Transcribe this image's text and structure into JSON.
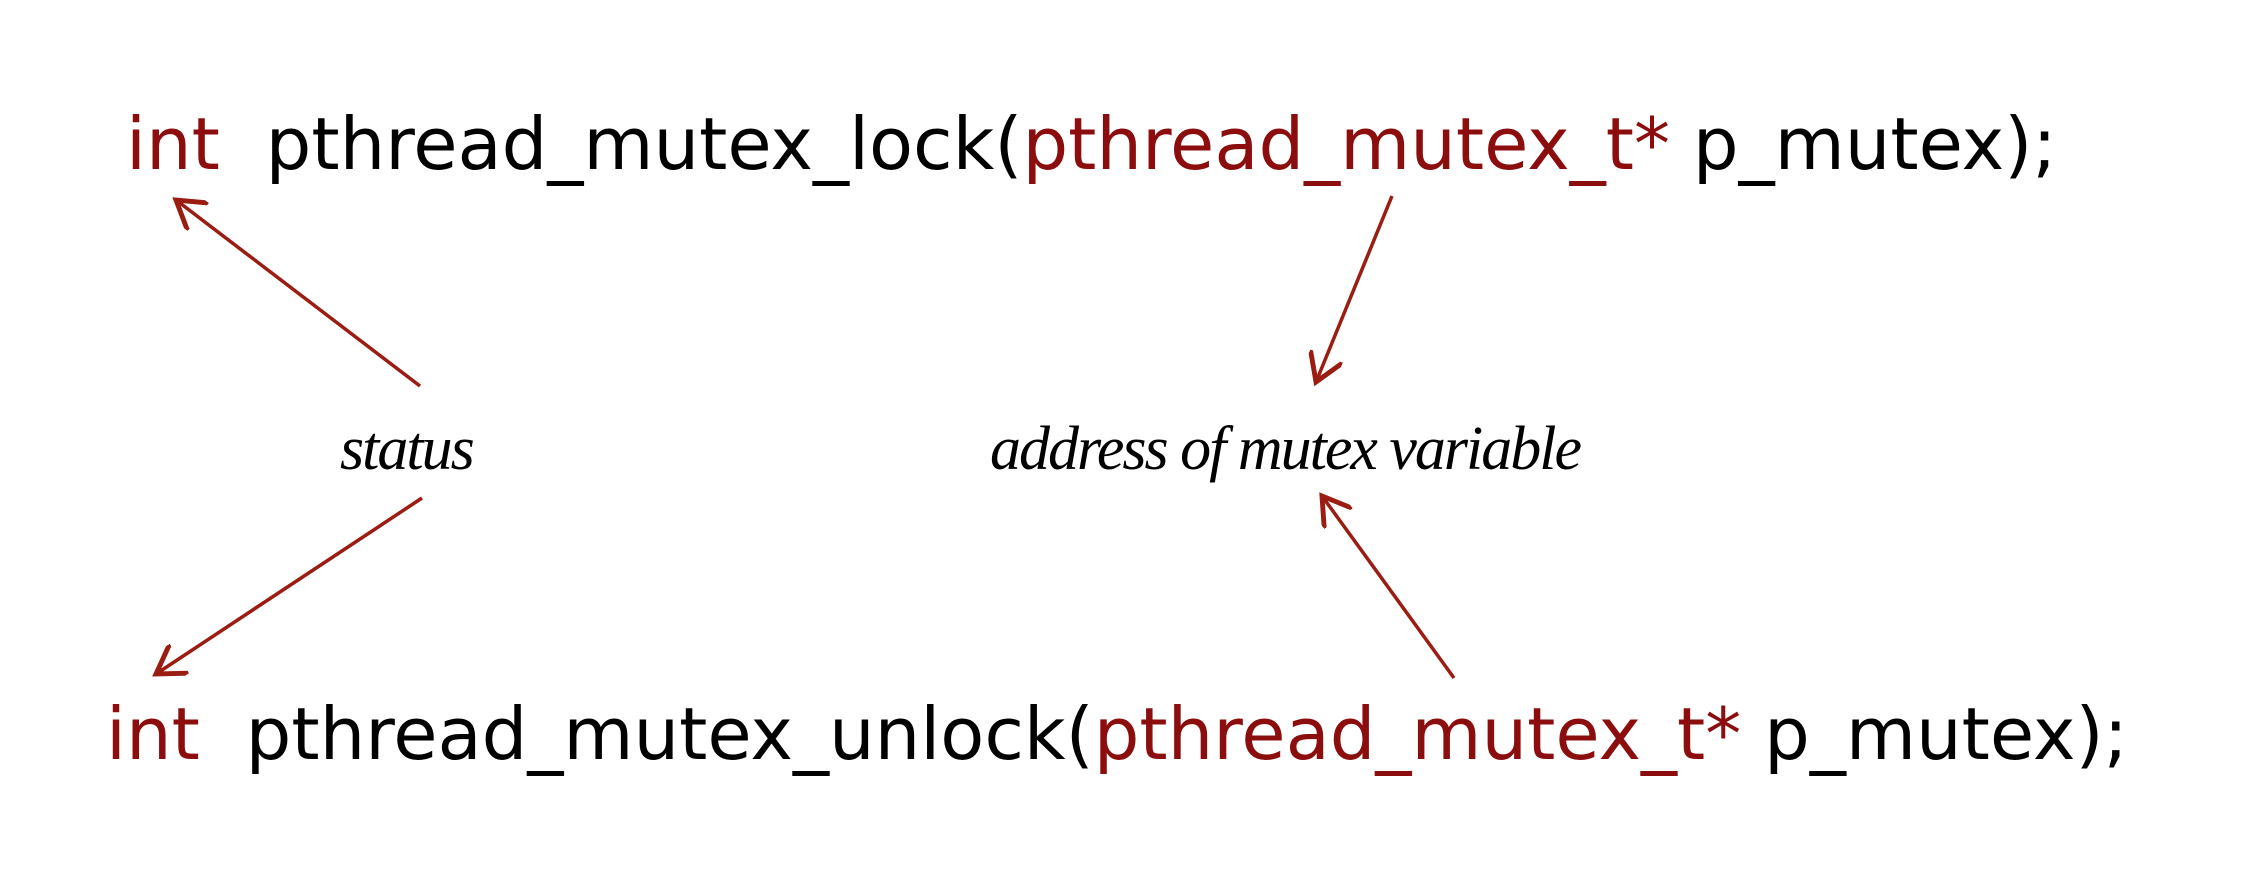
{
  "lock_line": {
    "return_type": "int",
    "function_name": "pthread_mutex_lock(",
    "param_type": "pthread_mutex_t*",
    "param_rest": " p_mutex);"
  },
  "unlock_line": {
    "return_type": "int",
    "function_name": "pthread_mutex_unlock(",
    "param_type": "pthread_mutex_t*",
    "param_rest": " p_mutex);"
  },
  "labels": {
    "status": "status",
    "address": "address of mutex variable"
  },
  "colors": {
    "keyword": "#8b0d0d",
    "text": "#000000",
    "arrow": "#9b1c10",
    "background": "#ffffff"
  }
}
